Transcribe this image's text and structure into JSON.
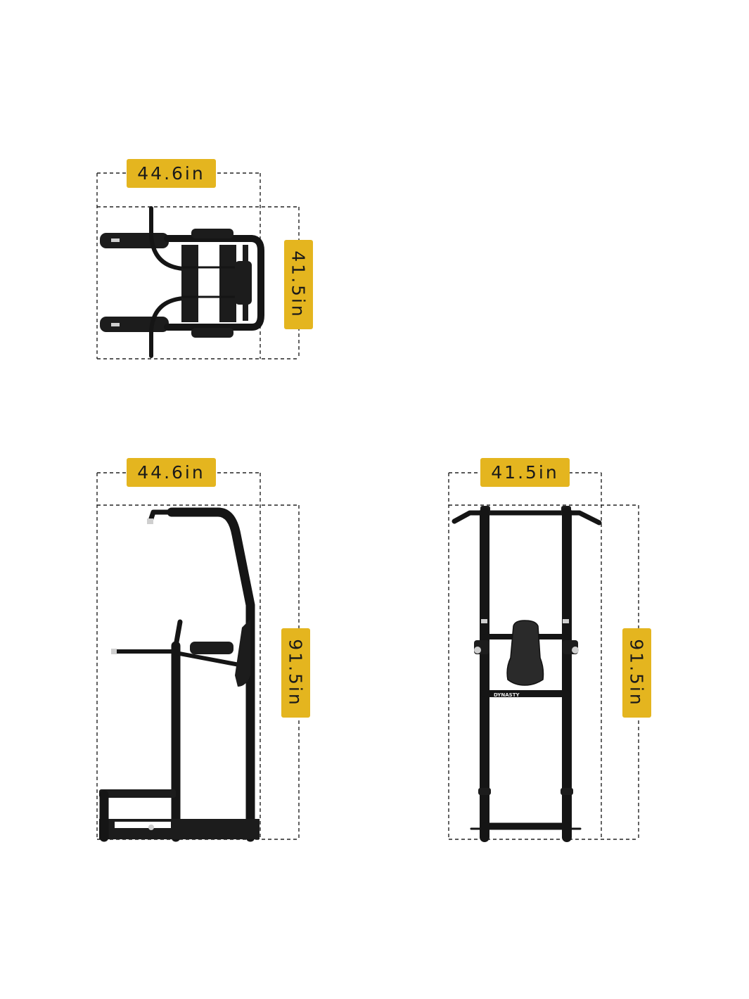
{
  "views": {
    "top": {
      "width_label": "44.6in",
      "depth_label": "41.5in"
    },
    "side": {
      "width_label": "44.6in",
      "height_label": "91.5in"
    },
    "front": {
      "width_label": "41.5in",
      "height_label": "91.5in",
      "brand": "DYNASTY"
    }
  },
  "colors": {
    "tag": "#e4b51f",
    "frame": "#151515",
    "dimension_line": "#222222"
  }
}
